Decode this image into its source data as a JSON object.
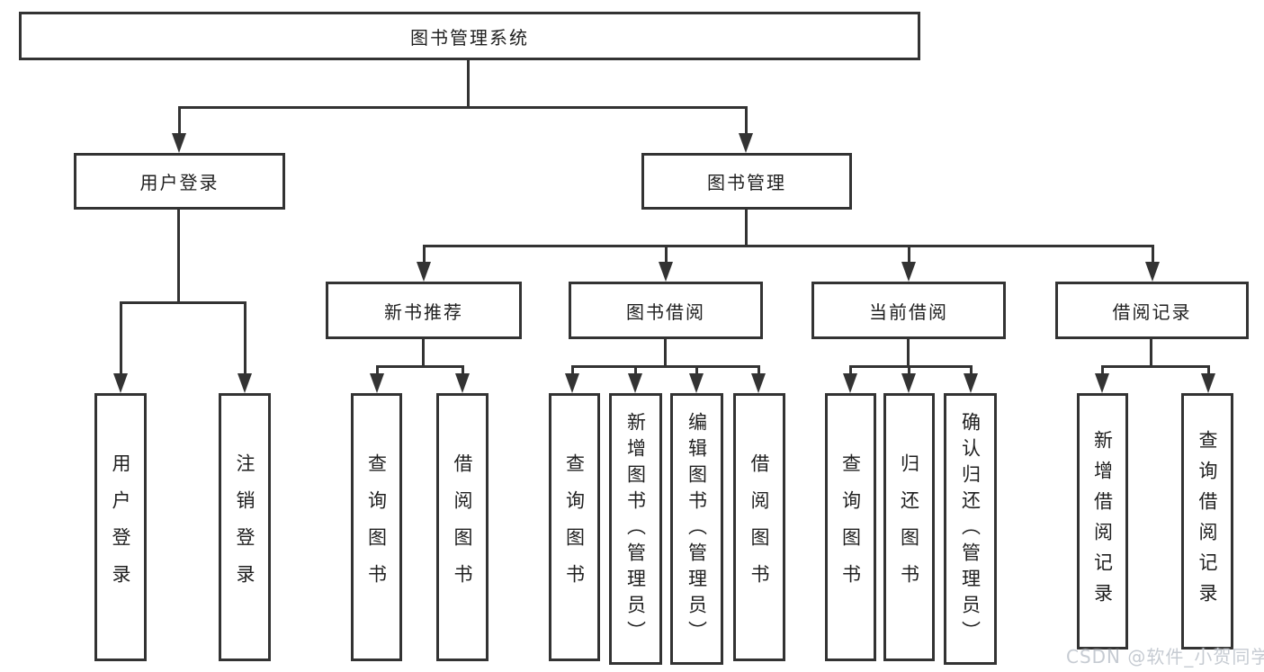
{
  "tree": {
    "root": "图书管理系统",
    "branches": [
      {
        "label": "用户登录",
        "children": [
          "用户登录",
          "注销登录"
        ]
      },
      {
        "label": "图书管理",
        "groups": [
          {
            "label": "新书推荐",
            "children": [
              "查询图书",
              "借阅图书"
            ]
          },
          {
            "label": "图书借阅",
            "children": [
              "查询图书",
              "新增图书（管理员）",
              "编辑图书（管理员）",
              "借阅图书"
            ]
          },
          {
            "label": "当前借阅",
            "children": [
              "查询图书",
              "归还图书",
              "确认归还（管理员）"
            ]
          },
          {
            "label": "借阅记录",
            "children": [
              "新增借阅记录",
              "查询借阅记录"
            ]
          }
        ]
      }
    ]
  },
  "watermark": "CSDN @软件_小贺同学",
  "colors": {
    "line": "#333333",
    "text": "#1f1f1f",
    "background": "#ffffff",
    "watermark": "#c6cbd2"
  }
}
